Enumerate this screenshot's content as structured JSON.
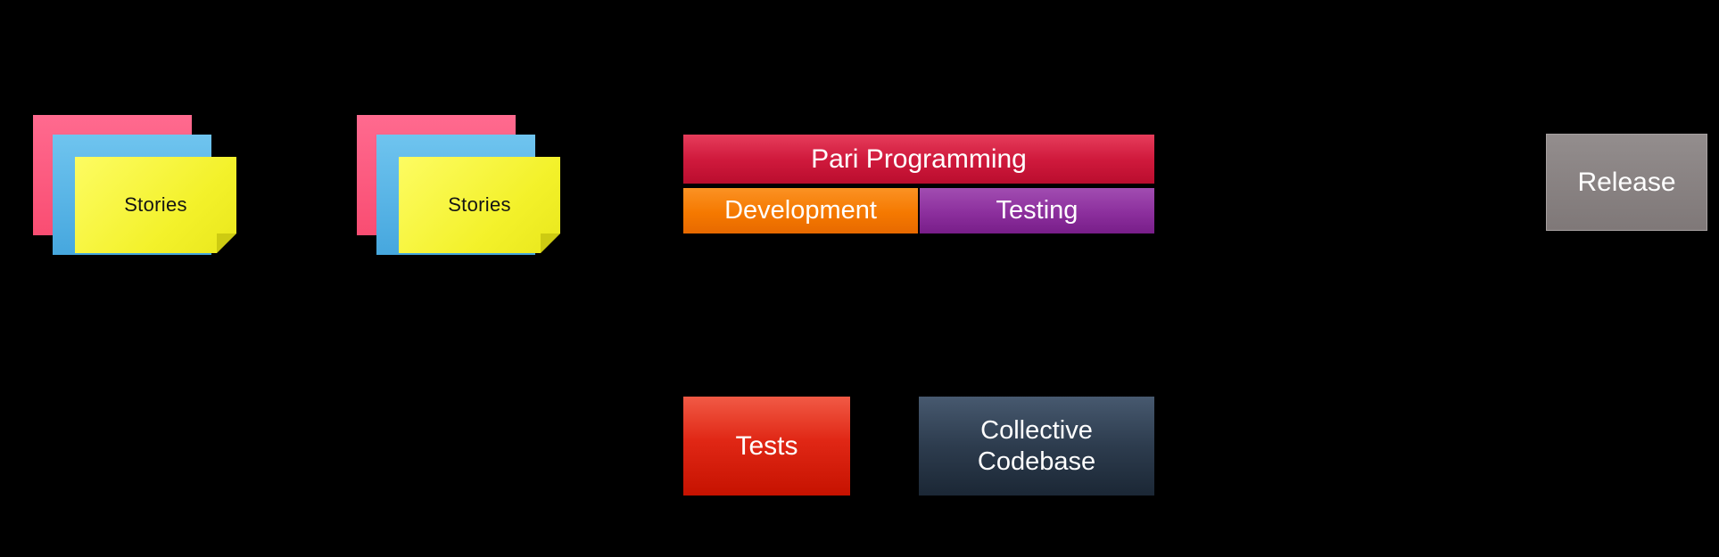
{
  "diagram": {
    "background_color": "#000000",
    "story_stacks": [
      {
        "label": "Stories",
        "note_colors": {
          "back": "#fb5b80",
          "middle": "#58b5e7",
          "front": "#f3f12a"
        }
      },
      {
        "label": "Stories",
        "note_colors": {
          "back": "#fb5b80",
          "middle": "#58b5e7",
          "front": "#f3f12a"
        }
      }
    ],
    "nodes": {
      "pair_programming": {
        "label": "Pari Programming",
        "color": "#d01a3d",
        "text_color": "#ffffff"
      },
      "development": {
        "label": "Development",
        "color": "#f57900",
        "text_color": "#ffffff"
      },
      "testing": {
        "label": "Testing",
        "color": "#8c2f9d",
        "text_color": "#ffffff"
      },
      "tests": {
        "label": "Tests",
        "color": "#e02715",
        "text_color": "#ffffff"
      },
      "collective_codebase": {
        "label": "Collective Codebase",
        "color": "#2d3c4e",
        "text_color": "#ffffff"
      },
      "release": {
        "label": "Release",
        "color": "#837c7c",
        "text_color": "#ffffff"
      }
    }
  }
}
